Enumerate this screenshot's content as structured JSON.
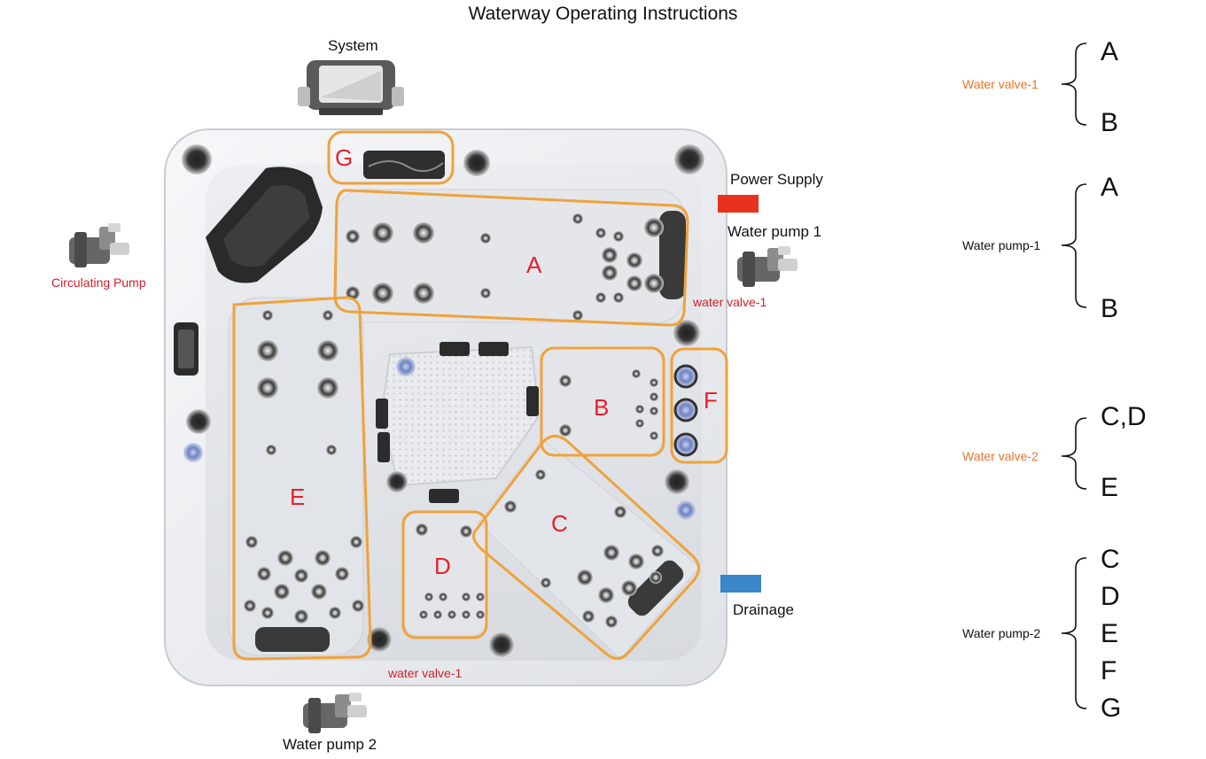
{
  "title": "Waterway Operating Instructions",
  "labels": {
    "system": "System",
    "power_supply": "Power Supply",
    "water_pump_1": "Water pump 1",
    "water_valve_1_right": "water valve-1",
    "circulating_pump": "Circulating Pump",
    "drainage": "Drainage",
    "water_valve_1_bottom": "water valve-1",
    "water_pump_2": "Water pump 2"
  },
  "zones": [
    "A",
    "B",
    "C",
    "D",
    "E",
    "F",
    "G"
  ],
  "legend": [
    {
      "name": "Water valve-1",
      "color": "#e8742a",
      "targets": [
        "A",
        "B"
      ]
    },
    {
      "name": "Water pump-1",
      "color": "#111111",
      "targets": [
        "A",
        "B"
      ]
    },
    {
      "name": "Water valve-2",
      "color": "#e8742a",
      "targets": [
        "C,D",
        "E"
      ]
    },
    {
      "name": "Water pump-2",
      "color": "#111111",
      "targets": [
        "C",
        "D",
        "E",
        "F",
        "G"
      ]
    }
  ],
  "colors": {
    "zone_outline": "#f0a23a",
    "zone_letter": "#e8202c",
    "power_supply": "#e8321e",
    "drainage": "#3a86c8"
  }
}
